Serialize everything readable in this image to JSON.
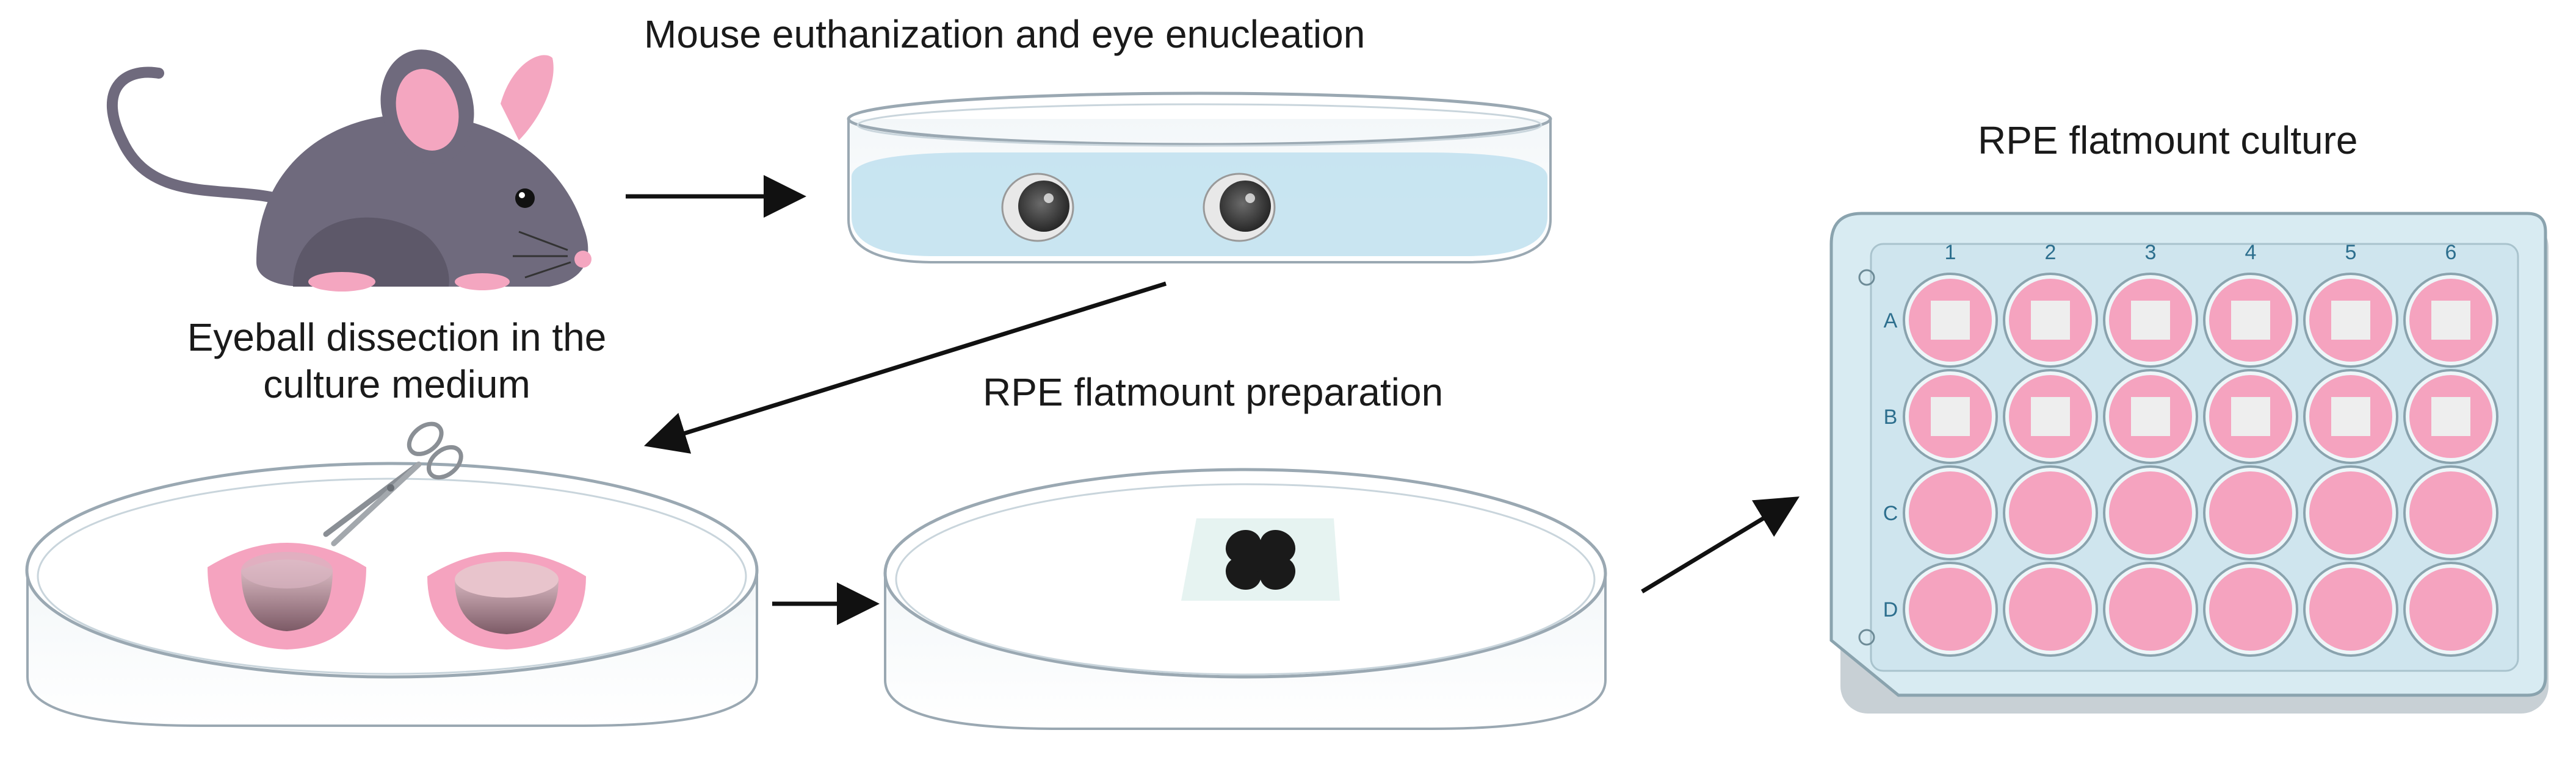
{
  "steps": {
    "step1": {
      "title": "Mouse euthanization and eye enucleation"
    },
    "step2": {
      "title_line1": "Eyeball dissection in the",
      "title_line2": "culture medium"
    },
    "step3": {
      "title": "RPE flatmount preparation"
    },
    "step4": {
      "title": "RPE flatmount culture"
    }
  },
  "plate": {
    "columns": [
      "1",
      "2",
      "3",
      "4",
      "5",
      "6"
    ],
    "rows": [
      "A",
      "B",
      "C",
      "D"
    ],
    "rows_with_flatmount": [
      "A",
      "B"
    ]
  },
  "colors": {
    "pink": "#f5a3bf",
    "mouse_body": "#6f6a7d",
    "medium_blue": "#bfe0ee",
    "plate_frame": "#d8ebf2"
  },
  "icons": [
    "mouse-icon",
    "petri-dish-icon",
    "eyeball-icon",
    "scissors-icon",
    "flatmount-icon",
    "well-plate-icon",
    "arrow-icon"
  ]
}
